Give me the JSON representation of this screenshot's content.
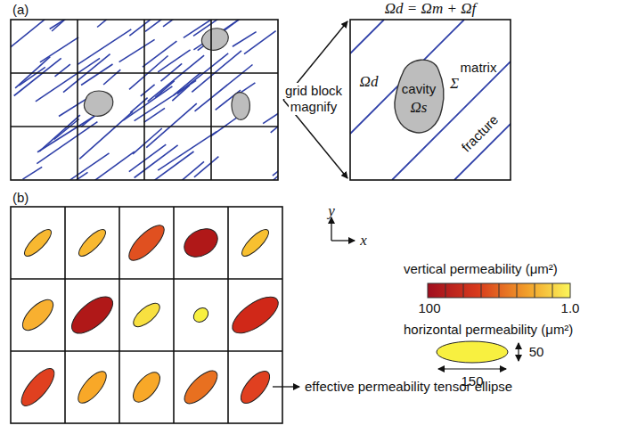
{
  "diagram": {
    "labels": [
      "(a)",
      "Ωd = Ωm + Ωf",
      "grid block",
      "magnify",
      "Ωd",
      "matrix",
      "cavity",
      "Ωs",
      "Σ",
      "fracture",
      "(b)",
      "y",
      "x",
      "vertical permeability (μm²)",
      "100",
      "1.0",
      "horizontal permeability (μm²)",
      "150",
      "50",
      "effective permeability tensor ellipse"
    ]
  }
}
